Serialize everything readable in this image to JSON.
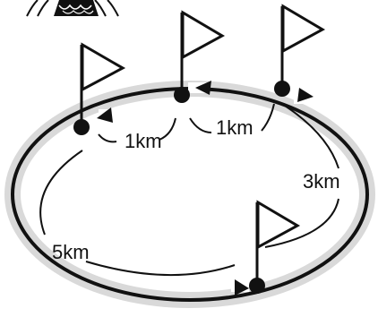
{
  "diagram": {
    "segments": [
      {
        "id": "seg-1",
        "label": "1km"
      },
      {
        "id": "seg-2",
        "label": "1km"
      },
      {
        "id": "seg-3",
        "label": "3km"
      },
      {
        "id": "seg-4",
        "label": "5km"
      }
    ],
    "flag_count": 4,
    "colors": {
      "track": "#d9d9d9",
      "route": "#111111",
      "flag_fill": "#ffffff",
      "ink": "#111111"
    }
  }
}
